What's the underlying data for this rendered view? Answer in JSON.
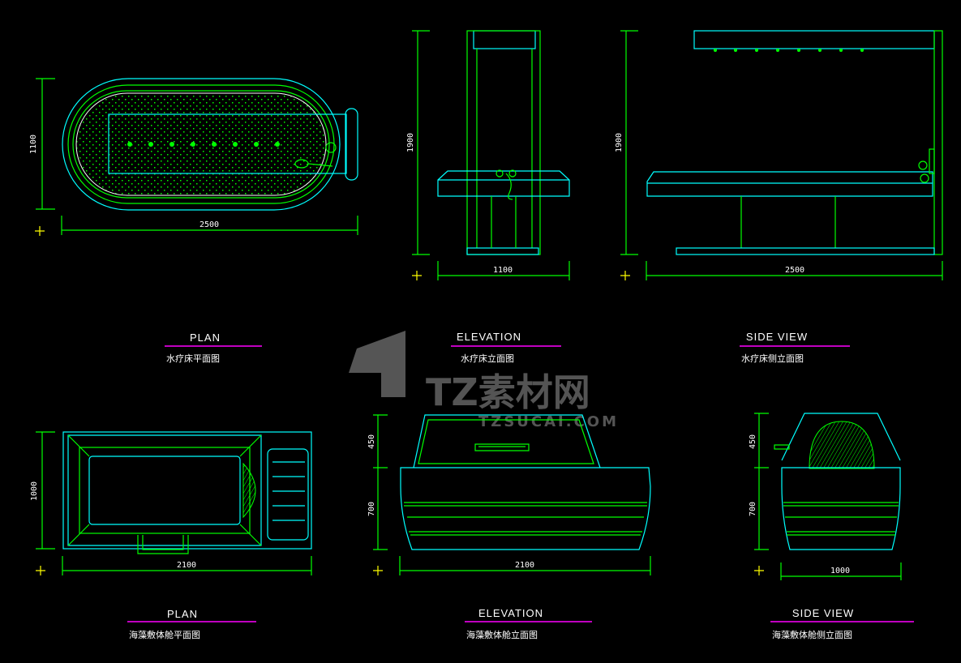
{
  "colors": {
    "background": "#000000",
    "outline": "#00ffff",
    "detail": "#00ff00",
    "underline": "#ff00ff",
    "text": "#ffffff"
  },
  "top_row": {
    "plan": {
      "title": "PLAN",
      "caption": "水疗床平面图",
      "dim_width": "2500",
      "dim_height": "1100"
    },
    "elevation": {
      "title": "ELEVATION",
      "caption": "水疗床立面图",
      "dim_width": "1100",
      "dim_height": "1900"
    },
    "side_view": {
      "title": "SIDE VIEW",
      "caption": "水疗床侧立面图",
      "dim_width": "2500",
      "dim_height": "1900"
    }
  },
  "bottom_row": {
    "plan": {
      "title": "PLAN",
      "caption": "海藻敷体舱平面图",
      "dim_width": "2100",
      "dim_height": "1000"
    },
    "elevation": {
      "title": "ELEVATION",
      "caption": "海藻敷体舱立面图",
      "dim_width": "2100",
      "dim_height_top": "450",
      "dim_height_bottom": "700"
    },
    "side_view": {
      "title": "SIDE VIEW",
      "caption": "海藻敷体舱侧立面图",
      "dim_width": "1000",
      "dim_height_top": "450",
      "dim_height_bottom": "700"
    }
  },
  "watermark": {
    "brand": "TZ素材网",
    "url": "TZSUCAI.COM"
  }
}
